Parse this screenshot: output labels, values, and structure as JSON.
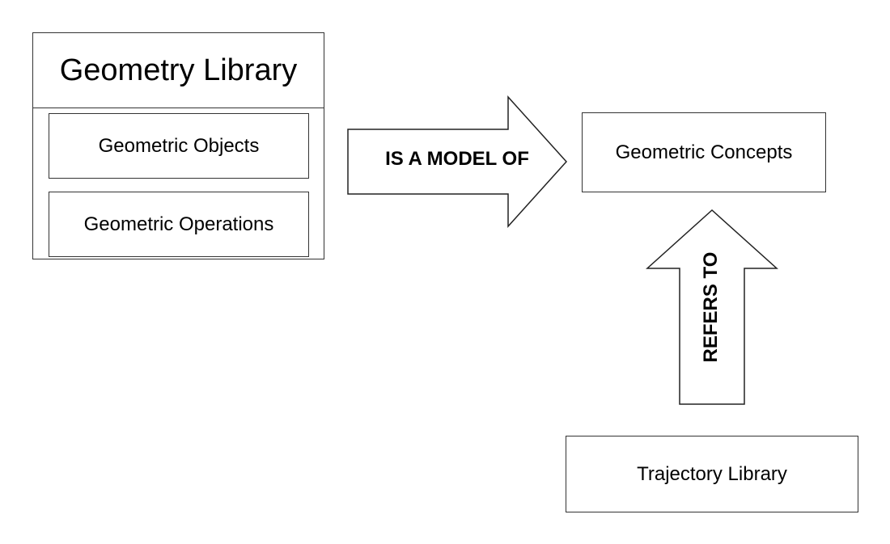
{
  "nodes": {
    "geometry_library": {
      "title": "Geometry Library",
      "children": [
        "Geometric Objects",
        "Geometric Operations"
      ]
    },
    "geometric_concepts": "Geometric Concepts",
    "trajectory_library": "Trajectory Library"
  },
  "edges": {
    "model_of": "IS A MODEL OF",
    "refers_to": "REFERS TO"
  }
}
